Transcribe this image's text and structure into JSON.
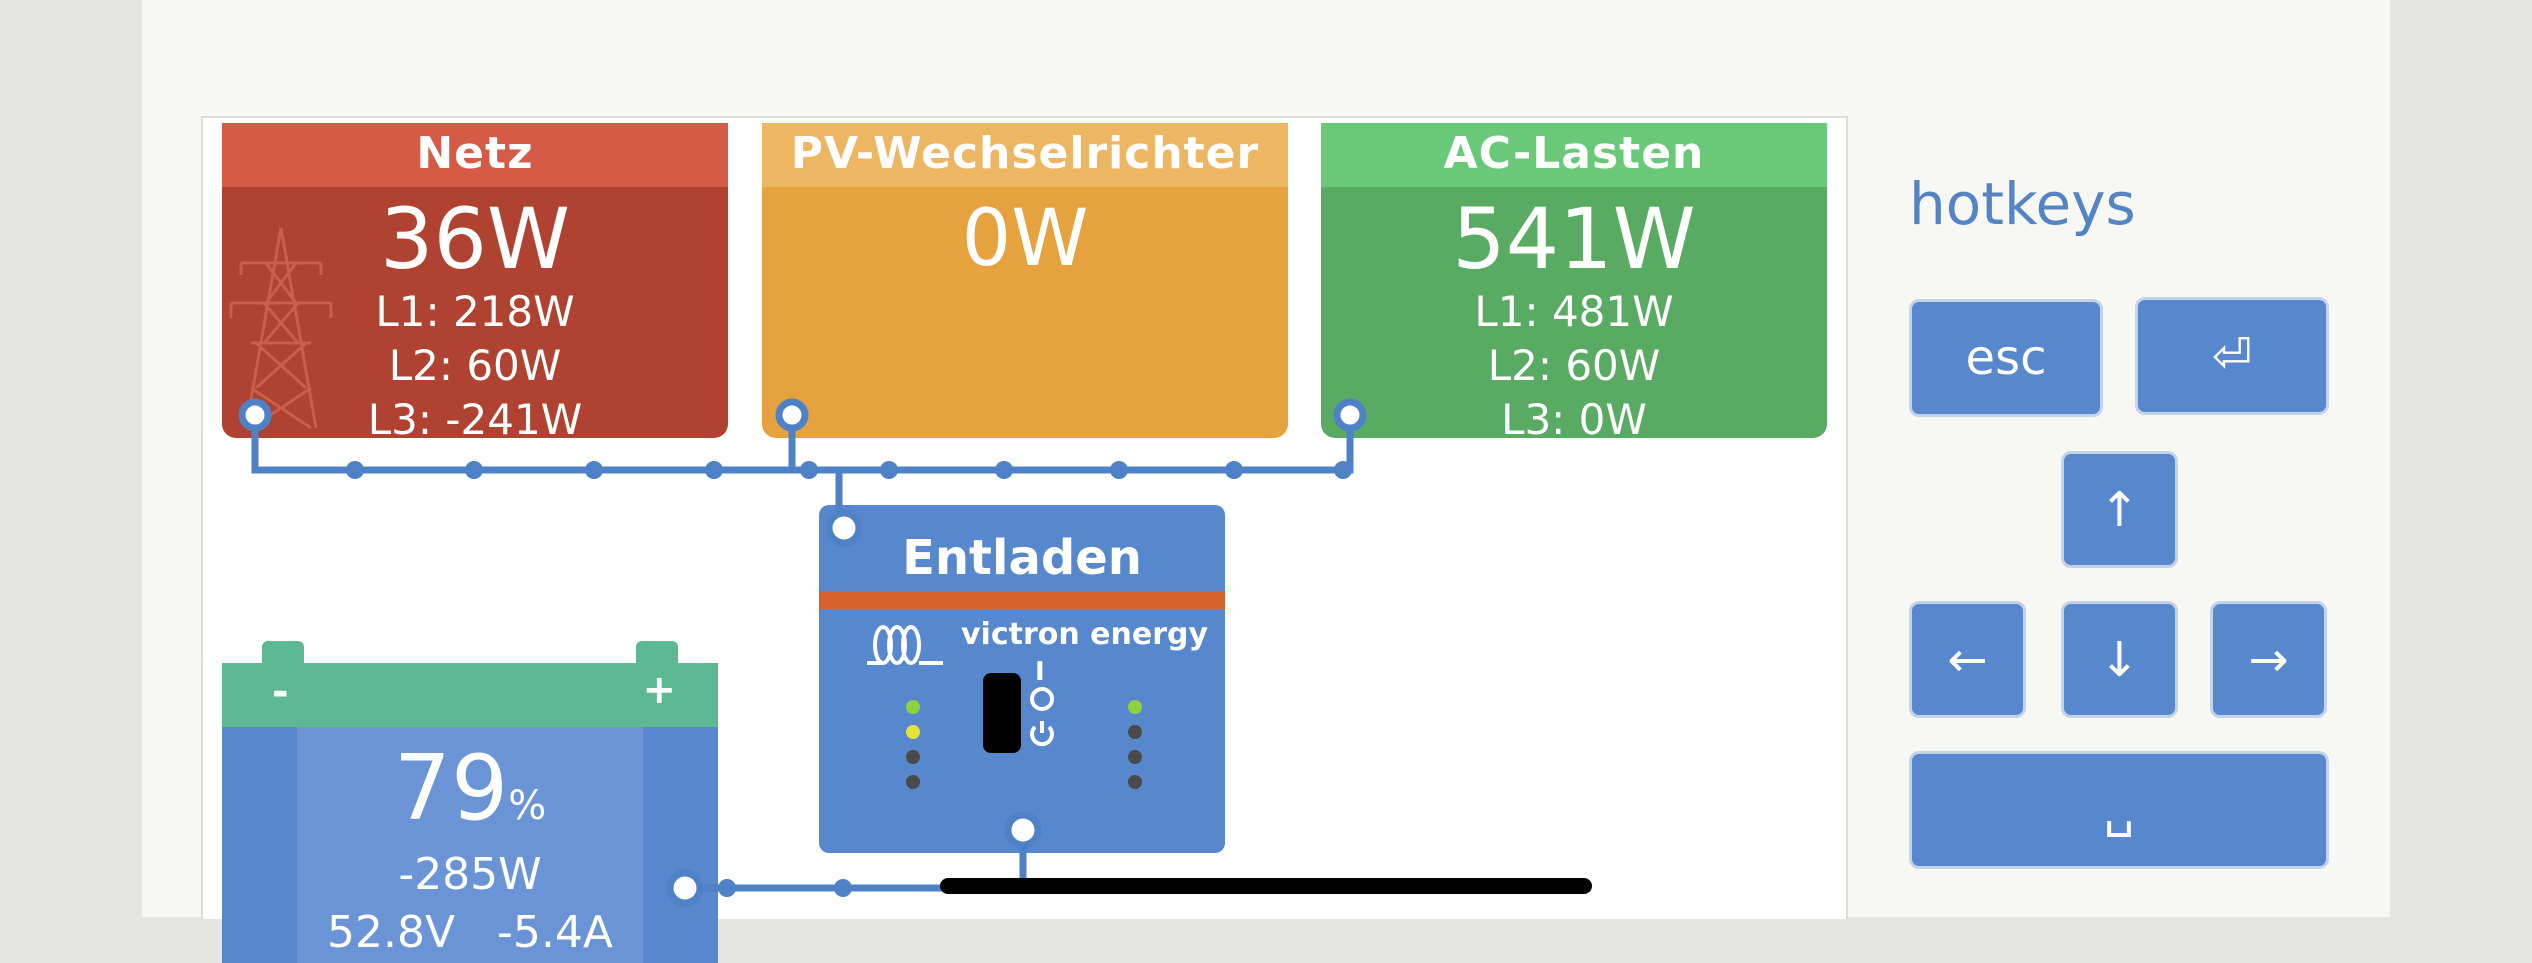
{
  "colors": {
    "grid": "#d55b47",
    "pv": "#e5a23e",
    "ac_loads": "#59ab64",
    "inverter": "#5787cd",
    "battery_top": "#5cb994",
    "wire": "#4f81c6",
    "hotkeys_accent": "#5484c3"
  },
  "grid": {
    "title": "Netz",
    "power": "36W",
    "phases": [
      "L1: 218W",
      "L2: 60W",
      "L3: -241W"
    ],
    "icon": "power-pylon-icon"
  },
  "pv_inverter": {
    "title": "PV-Wechselrichter",
    "power": "0W"
  },
  "ac_loads": {
    "title": "AC-Lasten",
    "power": "541W",
    "phases": [
      "L1: 481W",
      "L2: 60W",
      "L3: 0W"
    ]
  },
  "inverter": {
    "state": "Entladen",
    "brand": "victron energy",
    "switch_on_label": "I",
    "icons": [
      "victron-logo-icon",
      "power-switch-icon",
      "status-led-icon"
    ]
  },
  "battery": {
    "soc": "79",
    "soc_unit": "%",
    "power": "-285W",
    "voltage_current": "52.8V   -5.4A",
    "minus": "-",
    "plus": "+"
  },
  "hotkeys": {
    "title": "hotkeys",
    "esc": "esc",
    "enter": "⏎",
    "up": "↑",
    "left": "←",
    "down": "↓",
    "right": "→",
    "space": "␣"
  }
}
